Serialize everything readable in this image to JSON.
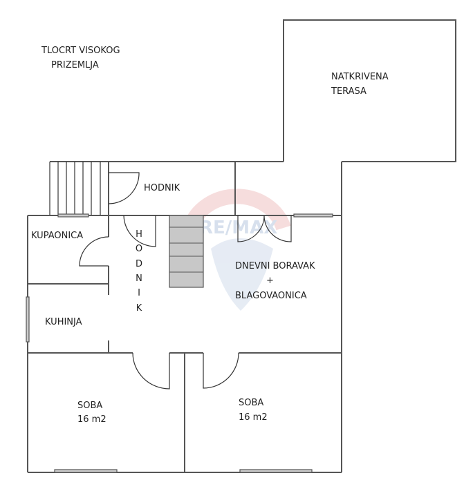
{
  "title": {
    "line1": "TLOCRT VISOKOG",
    "line2": "PRIZEMLJA"
  },
  "rooms": {
    "terrace": {
      "line1": "NATKRIVENA",
      "line2": "TERASA"
    },
    "hall_top": "HODNIK",
    "bathroom": "KUPAONICA",
    "hall_vertical": [
      "H",
      "O",
      "D",
      "N",
      "I",
      "K"
    ],
    "living": {
      "line1": "DNEVNI BORAVAK",
      "line2": "+",
      "line3": "BLAGOVAONICA"
    },
    "kitchen": "KUHINJA",
    "room_left": {
      "name": "SOBA",
      "area": "16 m2"
    },
    "room_right": {
      "name": "SOBA",
      "area": "16 m2"
    }
  },
  "watermark": "RE/MAX",
  "colors": {
    "wall": "#555555",
    "stairs": "#c8c8c8",
    "watermark_red": "#e8a0a0",
    "watermark_blue": "#b8c8e0"
  }
}
